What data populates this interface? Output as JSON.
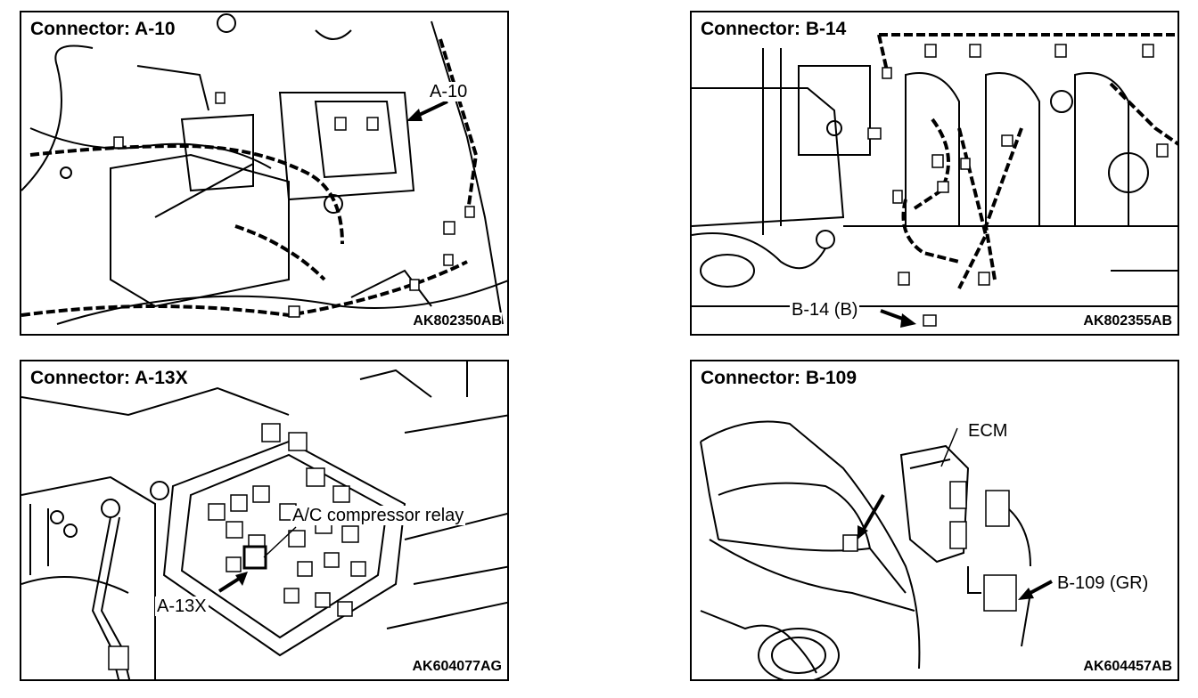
{
  "panels": [
    {
      "title": "Connector: A-10",
      "callouts": [
        "A-10"
      ],
      "image_code": "AK802350AB"
    },
    {
      "title": "Connector: B-14",
      "callouts": [
        "B-14 (B)"
      ],
      "image_code": "AK802355AB"
    },
    {
      "title": "Connector: A-13X",
      "callouts": [
        "A/C compressor relay",
        "A-13X"
      ],
      "image_code": "AK604077AG"
    },
    {
      "title": "Connector: B-109",
      "callouts": [
        "ECM",
        "B-109 (GR)"
      ],
      "image_code": "AK604457AB"
    }
  ]
}
